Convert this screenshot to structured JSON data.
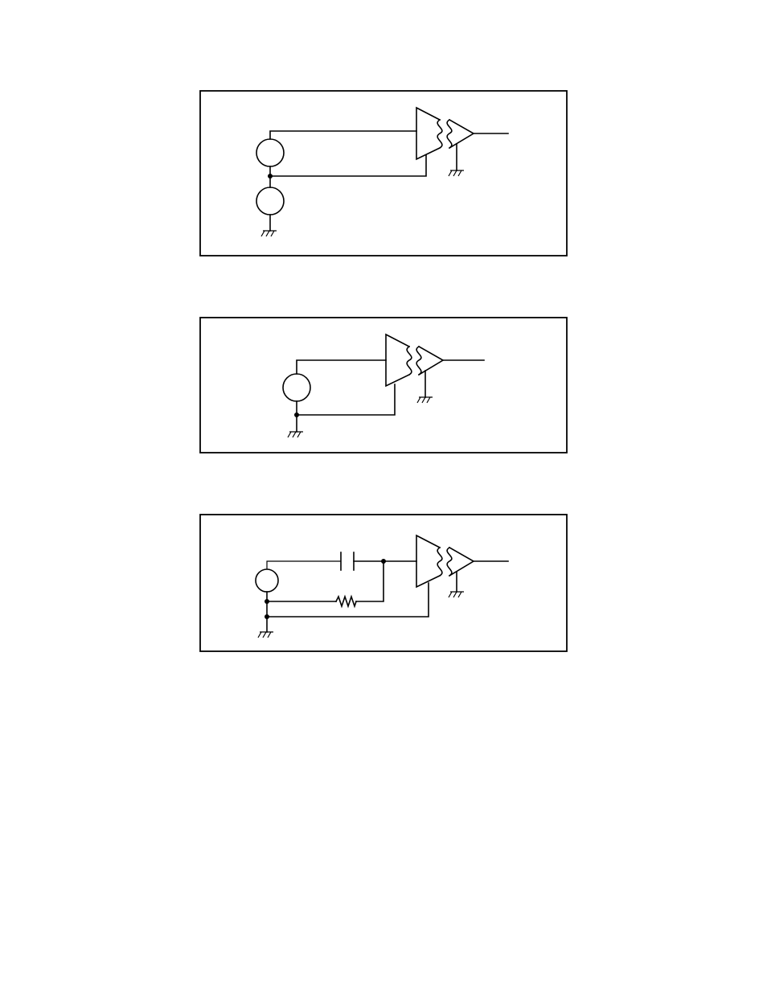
{
  "diagrams": [
    {
      "id": "figure-1",
      "components": [
        "signal-source",
        "signal-source",
        "isolation-amplifier",
        "ground",
        "ground"
      ],
      "labels": []
    },
    {
      "id": "figure-2",
      "components": [
        "signal-source",
        "isolation-amplifier",
        "ground",
        "ground"
      ],
      "labels": []
    },
    {
      "id": "figure-3",
      "components": [
        "signal-source",
        "capacitor",
        "resistor",
        "isolation-amplifier",
        "ground",
        "ground"
      ],
      "labels": []
    }
  ]
}
